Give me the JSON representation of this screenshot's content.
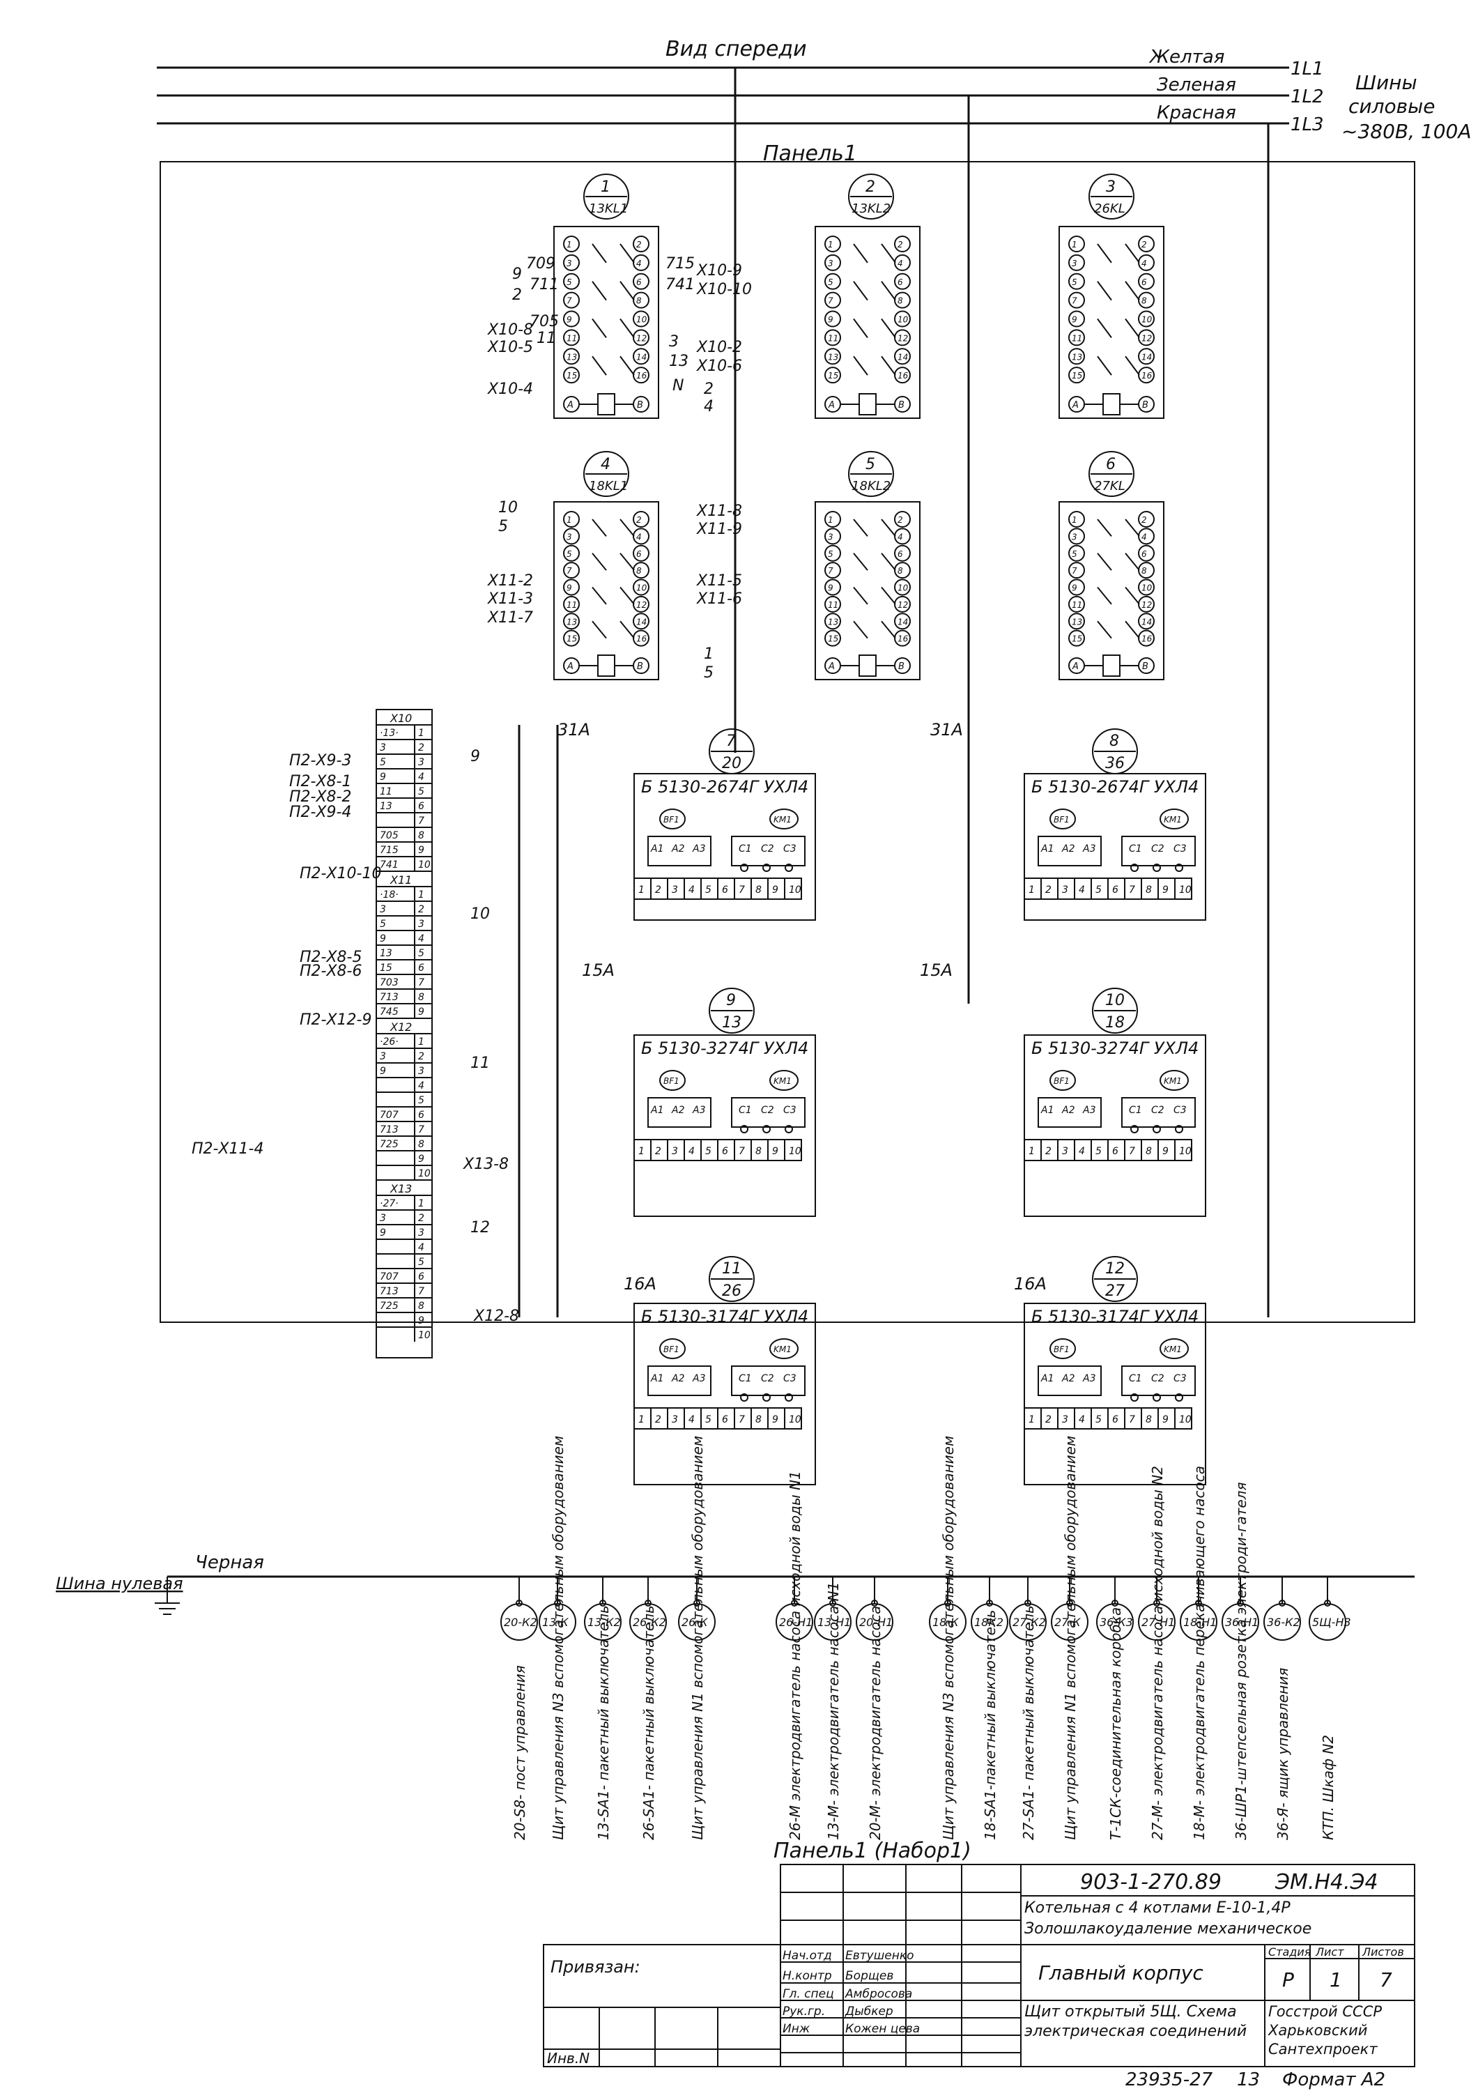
{
  "header": {
    "view": "Вид спереди",
    "panel": "Панель1"
  },
  "buses": [
    {
      "color": "Желтая",
      "label": "1L1"
    },
    {
      "color": "Зеленая",
      "label": "1L2"
    },
    {
      "color": "Красная",
      "label": "1L3"
    }
  ],
  "bus_note": [
    "Шины",
    "силовые",
    "~380В, 100А"
  ],
  "neutral": {
    "color": "Черная",
    "label": "Шина нулевая"
  },
  "relays": [
    {
      "num": "1",
      "name": "13KL1",
      "terms": [
        "1",
        "2",
        "3",
        "4",
        "5",
        "6",
        "7",
        "8",
        "9",
        "10",
        "11",
        "12",
        "13",
        "14",
        "15",
        "16",
        "A",
        "B"
      ]
    },
    {
      "num": "2",
      "name": "13KL2",
      "terms": [
        "1",
        "2",
        "3",
        "4",
        "5",
        "6",
        "7",
        "8",
        "9",
        "10",
        "11",
        "12",
        "13",
        "14",
        "15",
        "16",
        "A",
        "B"
      ]
    },
    {
      "num": "3",
      "name": "26KL",
      "terms": [
        "1",
        "2",
        "3",
        "4",
        "5",
        "6",
        "7",
        "8",
        "9",
        "10",
        "11",
        "12",
        "13",
        "14",
        "15",
        "16",
        "A",
        "B"
      ]
    },
    {
      "num": "4",
      "name": "18KL1",
      "terms": [
        "1",
        "2",
        "3",
        "4",
        "5",
        "6",
        "7",
        "8",
        "9",
        "10",
        "11",
        "12",
        "13",
        "14",
        "15",
        "16",
        "A",
        "B"
      ]
    },
    {
      "num": "5",
      "name": "18KL2",
      "terms": [
        "1",
        "2",
        "3",
        "4",
        "5",
        "6",
        "7",
        "8",
        "9",
        "10",
        "11",
        "12",
        "13",
        "14",
        "15",
        "16",
        "A",
        "B"
      ]
    },
    {
      "num": "6",
      "name": "27KL",
      "terms": [
        "1",
        "2",
        "3",
        "4",
        "5",
        "6",
        "7",
        "8",
        "9",
        "10",
        "11",
        "12",
        "13",
        "14",
        "15",
        "16",
        "A",
        "B"
      ]
    }
  ],
  "relay_wires": {
    "r1_left": [
      "9",
      "2",
      "X10-8",
      "X10-5",
      "X10-4"
    ],
    "r1_mid": [
      "709",
      "711",
      "705",
      "11"
    ],
    "r1_right": [
      "715",
      "741",
      "3",
      "13",
      "N"
    ],
    "r1_far": [
      "X10-9",
      "X10-10",
      "X10-2",
      "X10-6",
      "2",
      "4"
    ],
    "r4_left": [
      "10",
      "5",
      "X11-2",
      "X11-3",
      "X11-7"
    ],
    "r4_right": [
      "X11-8",
      "X11-9",
      "X11-5",
      "X11-6",
      "1",
      "5"
    ]
  },
  "starters": [
    {
      "num": "7",
      "den": "20",
      "model": "Б 5130-2674Г УХЛ4",
      "fuse": "31А"
    },
    {
      "num": "8",
      "den": "36",
      "model": "Б 5130-2674Г УХЛ4",
      "fuse": "31А"
    },
    {
      "num": "9",
      "den": "13",
      "model": "Б 5130-3274Г УХЛ4",
      "fuse": "15А"
    },
    {
      "num": "10",
      "den": "18",
      "model": "Б 5130-3274Г УХЛ4",
      "fuse": "15А"
    },
    {
      "num": "11",
      "den": "26",
      "model": "Б 5130-3174Г УХЛ4",
      "fuse": "16А"
    },
    {
      "num": "12",
      "den": "27",
      "model": "Б 5130-3174Г УХЛ4",
      "fuse": "16А"
    }
  ],
  "starter_parts": {
    "bf": "BF1",
    "km": "KM1",
    "a": [
      "A1",
      "A2",
      "A3"
    ],
    "c": [
      "C1",
      "C2",
      "C3"
    ],
    "row": [
      "1",
      "2",
      "3",
      "4",
      "5",
      "6",
      "7",
      "8",
      "9",
      "10"
    ]
  },
  "terminal_blocks": [
    {
      "name": "X10",
      "rows": [
        [
          "·13·",
          "1"
        ],
        [
          "3",
          "2"
        ],
        [
          "5",
          "3"
        ],
        [
          "9",
          "4"
        ],
        [
          "11",
          "5"
        ],
        [
          "13",
          "6"
        ],
        [
          "",
          "7"
        ],
        [
          "705",
          "8"
        ],
        [
          "715",
          "9"
        ],
        [
          "741",
          "10"
        ]
      ]
    },
    {
      "name": "X11",
      "rows": [
        [
          "·18·",
          "1"
        ],
        [
          "3",
          "2"
        ],
        [
          "5",
          "3"
        ],
        [
          "9",
          "4"
        ],
        [
          "13",
          "5"
        ],
        [
          "15",
          "6"
        ],
        [
          "703",
          "7"
        ],
        [
          "713",
          "8"
        ],
        [
          "745",
          "9"
        ]
      ]
    },
    {
      "name": "X12",
      "rows": [
        [
          "·26·",
          "1"
        ],
        [
          "3",
          "2"
        ],
        [
          "9",
          "3"
        ],
        [
          "",
          "4"
        ],
        [
          "",
          "5"
        ],
        [
          "707",
          "6"
        ],
        [
          "713",
          "7"
        ],
        [
          "725",
          "8"
        ],
        [
          "",
          "9"
        ],
        [
          "",
          "10"
        ]
      ]
    },
    {
      "name": "X13",
      "rows": [
        [
          "·27·",
          "1"
        ],
        [
          "3",
          "2"
        ],
        [
          "9",
          "3"
        ],
        [
          "",
          "4"
        ],
        [
          "",
          "5"
        ],
        [
          "707",
          "6"
        ],
        [
          "713",
          "7"
        ],
        [
          "725",
          "8"
        ],
        [
          "",
          "9"
        ],
        [
          "",
          "10"
        ]
      ]
    }
  ],
  "tb_left_labels": [
    "П2-Х9-3",
    "П2-Х8-1",
    "П2-Х8-2",
    "П2-Х9-4",
    "П2-Х10-10",
    "П2-Х8-5",
    "П2-Х8-6",
    "П2-Х12-9",
    "П2-Х11-4"
  ],
  "tb_right_labels": [
    "9",
    "10",
    "11",
    "12",
    "Х13-8",
    "Х12-8"
  ],
  "bottom_circles": [
    "20-К2",
    "13-К",
    "13-К2",
    "26-К2",
    "26-К",
    "26-Н1",
    "13-Н1",
    "20-Н1",
    "18-К",
    "18К2",
    "27-К2",
    "27-К",
    "36-К3",
    "27-Н1",
    "18-Н1",
    "36-Н1",
    "36-К2",
    "5Щ-Н3"
  ],
  "bottom_labels": [
    "20-S8- пост управления",
    "Щит управления N3 вспомогательным оборудованием",
    "13-SA1- пакетный выключатель",
    "26-SA1- пакетный выключатель",
    "Щит управления N1 вспомогательным оборудованием",
    "26-М электродвигатель насоса исходной воды N1",
    "13-М- электродвигатель насоса N1",
    "20-М- электродвигатель насоса",
    "Щит управления N3 вспомогательным оборудованием",
    "18-SA1-пакетный выключатель",
    "27-SA1- пакетный выключатель",
    "Щит управления N1 вспомогательным оборудованием",
    "Т-1СК-соединительная коробка",
    "27-М- электродвигатель насоса исходной воды N2",
    "18-М- электродвигатель перекачивающего насоса",
    "36-ШР1-штепсельная розетка электроди-гателя",
    "36-Я- ящик управления",
    "КТП. Шкаф N2"
  ],
  "panel_caption": "Панель1 (Набор1)",
  "title_block": {
    "code": "903-1-270.89",
    "sheet_code": "ЭМ.Н4.Э4",
    "project": "Котельная с 4 котлами Е-10-1,4Р Золошлакоудаление механическое",
    "building": "Главный корпус",
    "drawing": "Щит открытый 5Щ. Схема электрическая соединений",
    "stage_h": "Стадия",
    "sheet_h": "Лист",
    "sheets_h": "Листов",
    "stage": "Р",
    "sheet": "1",
    "sheets": "7",
    "org": "Госстрой СССР Харьковский Сантехпроект",
    "roles": [
      "Нач.отд",
      "Н.контр",
      "Гл. спец",
      "Рук.гр.",
      "Инж"
    ],
    "names": [
      "Евтушенко",
      "Борщев",
      "Амбросова",
      "Дыбкер",
      "Кожен цева"
    ],
    "privyazan": "Привязан:",
    "inv": "Инв.N",
    "footer_num": "23935-27",
    "footer_sheet": "13",
    "format": "Формат А2"
  }
}
